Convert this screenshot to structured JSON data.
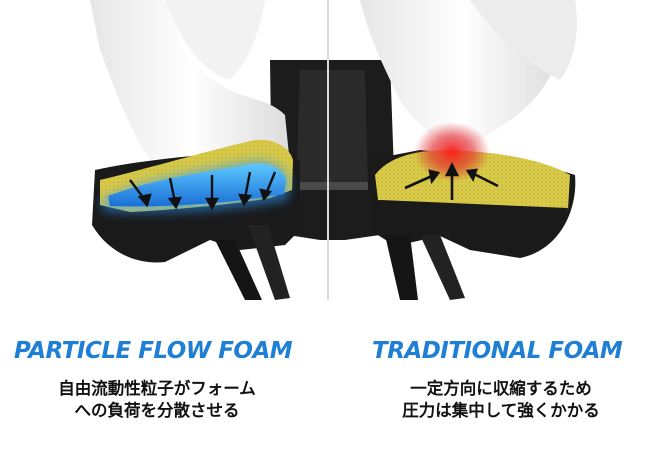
{
  "left": {
    "title": "PARTICLE FLOW FOAM",
    "desc_line1": "自由流動性粒子がフォーム",
    "desc_line2": "への負荷を分散させる"
  },
  "right": {
    "title": "TRADITIONAL FOAM",
    "desc_line1": "一定方向に収縮するため",
    "desc_line2": "圧力は集中して強くかかる"
  },
  "colors": {
    "accent_blue": "#1e7fd4",
    "foam_yellow": "#d8c948",
    "pressure_red": "#e0242a",
    "saddle_black": "#1a1a1a"
  }
}
